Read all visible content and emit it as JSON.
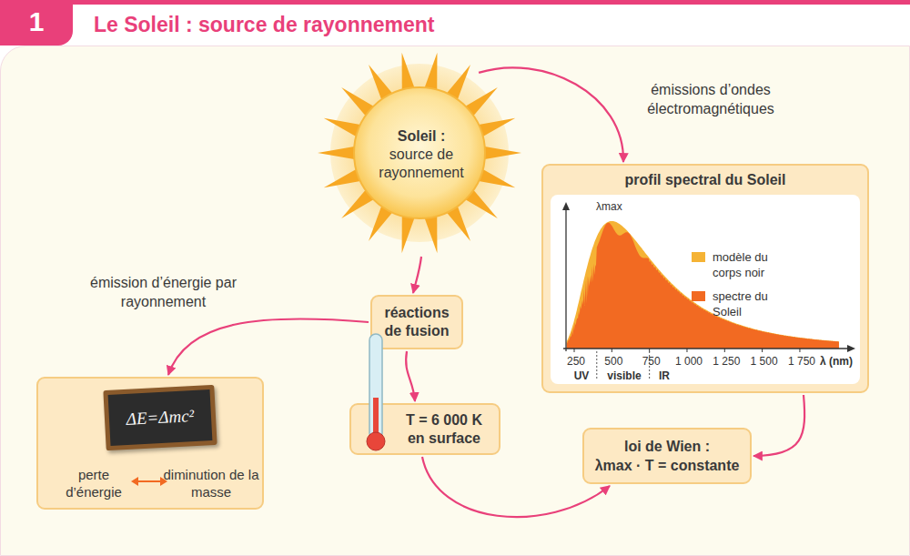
{
  "diagram": {
    "title": "Le Soleil : source de rayonnement",
    "nodes": [
      {
        "text": [
          "Soleil :",
          "source de rayonnement"
        ]
      },
      {
        "text": [
          "profil spectral du Soleil"
        ]
      },
      {
        "text": [
          "réactions de fusion"
        ]
      },
      {
        "text": [
          "perte d’énergie",
          "diminution de la masse"
        ]
      },
      {
        "text": [
          "ΔE=Δmc²"
        ],
        "in": 3
      },
      {
        "text": [
          "T = 6 000 K en surface"
        ]
      },
      {
        "text": [
          "loi de Wien :",
          "λmax · T = constante"
        ]
      }
    ],
    "edges": [
      {
        "from": 0,
        "to": 1,
        "arrow": "to",
        "label": "émissions d’ondes électromagnétiques"
      },
      {
        "from": 0,
        "to": 2,
        "arrow": "to"
      },
      {
        "from": 2,
        "to": 3,
        "arrow": "to",
        "label": "émission d’énergie par rayonnement"
      },
      {
        "from": 2,
        "to": 5,
        "arrow": "to"
      },
      {
        "from": 5,
        "to": 6,
        "arrow": "to"
      },
      {
        "from": 1,
        "to": 6,
        "arrow": "to"
      }
    ],
    "labels": [
      "1",
      "λmax",
      "250",
      "500",
      "750",
      "1 000",
      "1 250",
      "1 500",
      "1 750",
      "λ (nm)",
      "UV",
      "visible",
      "IR"
    ],
    "legend": [
      {
        "text": "modèle du corps noir",
        "color": "#f5b335"
      },
      {
        "text": "spectre du Soleil",
        "color": "#f26a22"
      }
    ]
  }
}
